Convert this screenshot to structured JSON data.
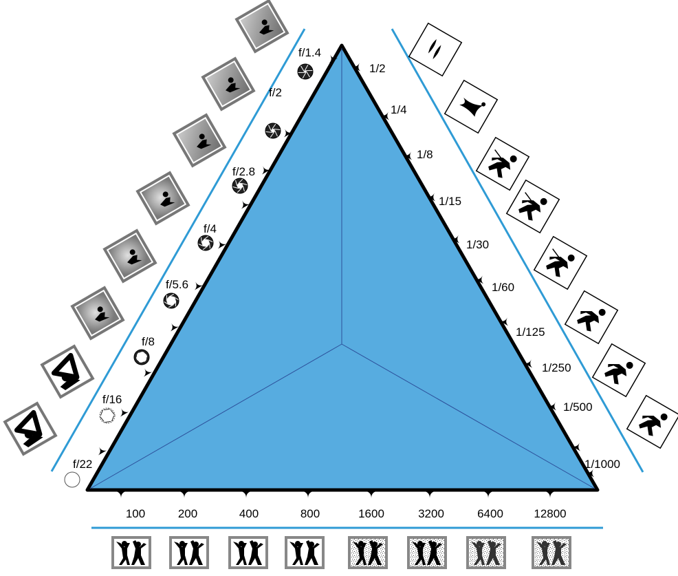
{
  "apertures": [
    "f/1.4",
    "f/2",
    "f/2.8",
    "f/4",
    "f/5.6",
    "f/8",
    "f/16",
    "f/22"
  ],
  "shutter_speeds": [
    "1/2",
    "1/4",
    "1/8",
    "1/15",
    "1/30",
    "1/60",
    "1/125",
    "1/250",
    "1/500",
    "1/1000"
  ],
  "iso_values": [
    "100",
    "200",
    "400",
    "800",
    "1600",
    "3200",
    "6400",
    "12800"
  ],
  "colors": {
    "triangle_fill": "#57ace0",
    "triangle_stroke": "#000000",
    "inner_lines": "#2c4f9a",
    "guide_lines": "#2f9bd5"
  },
  "icons": {
    "aperture": "aperture-blade-icon",
    "depth_of_field": "depth-of-field-thumbnail-icon",
    "motion_blur": "running-figure-motion-icon",
    "iso_noise": "dancing-figures-noise-icon"
  }
}
